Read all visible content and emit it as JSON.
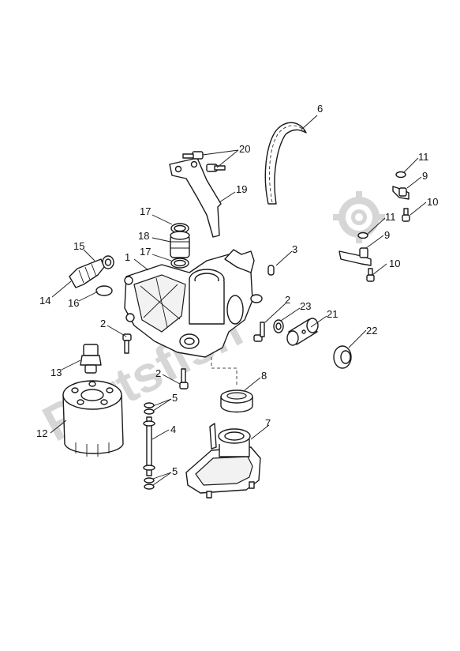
{
  "watermark": {
    "text": "Partsfish"
  },
  "callouts": {
    "c1": "1",
    "c2a": "2",
    "c2b": "2",
    "c2c": "2",
    "c3": "3",
    "c4": "4",
    "c5a": "5",
    "c5b": "5",
    "c6": "6",
    "c7": "7",
    "c8": "8",
    "c9a": "9",
    "c9b": "9",
    "c10a": "10",
    "c10b": "10",
    "c11a": "11",
    "c11b": "11",
    "c12": "12",
    "c13": "13",
    "c14": "14",
    "c15": "15",
    "c16": "16",
    "c17a": "17",
    "c17b": "17",
    "c18": "18",
    "c19": "19",
    "c20": "20",
    "c21": "21",
    "c22": "22",
    "c23": "23"
  },
  "colors": {
    "ink": "#1a1a1a",
    "watermark": "#d6d6d6",
    "background": "#ffffff"
  }
}
